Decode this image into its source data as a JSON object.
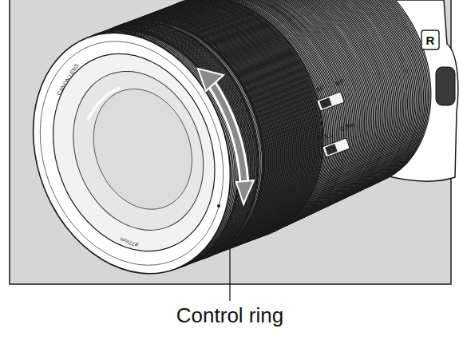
{
  "diagram": {
    "labels": [
      "CANON LENS",
      "ø77mm",
      "AF",
      "MF",
      "FULL",
      "0.8m-",
      "R",
      "Control ring"
    ]
  }
}
